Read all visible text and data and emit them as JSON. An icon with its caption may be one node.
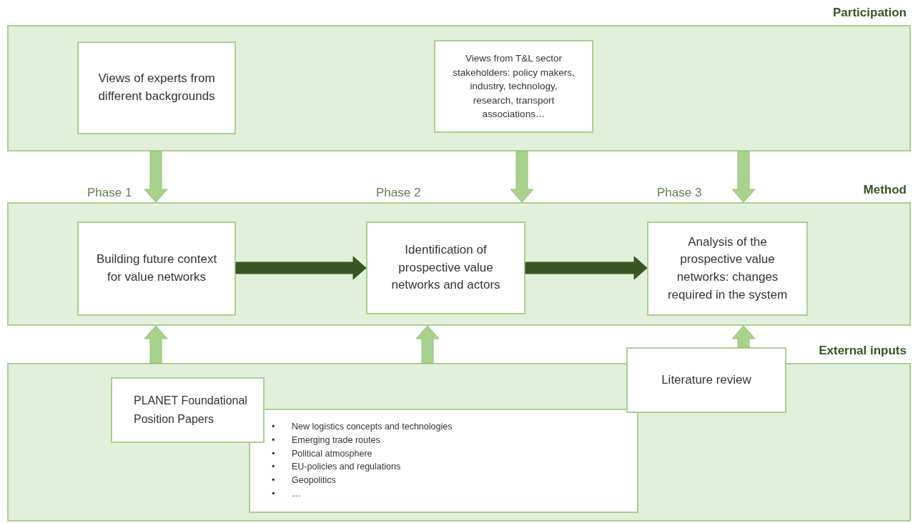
{
  "diagram": {
    "nodes": [
      {
        "text": [
          "Participation"
        ]
      },
      {
        "text": [
          "Views of experts from different backgrounds"
        ],
        "in": 0
      },
      {
        "text": [
          "Views from T&L sector stakeholders: policy makers, industry, technology, research, transport associations…"
        ],
        "in": 0
      },
      {
        "text": [
          "Method"
        ]
      },
      {
        "text": [
          "Building future context for value networks"
        ],
        "in": 3,
        "beside": [
          "Phase 1"
        ]
      },
      {
        "text": [
          "Identification of prospective value networks and actors"
        ],
        "in": 3,
        "beside": [
          "Phase 2"
        ]
      },
      {
        "text": [
          "Analysis of the prospective value networks: changes required in the system"
        ],
        "in": 3,
        "beside": [
          "Phase 3"
        ]
      },
      {
        "text": [
          "External inputs"
        ]
      },
      {
        "text": [
          "PLANET Foundational Position Papers"
        ],
        "in": 7
      },
      {
        "text": [
          "•\tNew logistics concepts and technologies",
          "•\tEmerging trade routes",
          "•\tPolitical atmosphere",
          "•\tEU-policies and regulations",
          "•\tGeopolitics",
          "•\t…"
        ],
        "in": 7
      },
      {
        "text": [
          "Literature review"
        ]
      }
    ],
    "edges": [
      {
        "from": 0,
        "to": 3,
        "arrow": "to",
        "style": "thick"
      },
      {
        "from": 0,
        "to": 3,
        "arrow": "to",
        "style": "thick"
      },
      {
        "from": 0,
        "to": 3,
        "arrow": "to",
        "style": "thick"
      },
      {
        "from": 4,
        "to": 5,
        "arrow": "to",
        "style": "thick",
        "color": "#375623"
      },
      {
        "from": 5,
        "to": 6,
        "arrow": "to",
        "style": "thick",
        "color": "#375623"
      },
      {
        "from": 7,
        "to": 3,
        "arrow": "to",
        "style": "thick"
      },
      {
        "from": 7,
        "to": 3,
        "arrow": "to",
        "style": "thick"
      },
      {
        "from": 10,
        "to": 3,
        "arrow": "to",
        "style": "thick"
      }
    ]
  }
}
